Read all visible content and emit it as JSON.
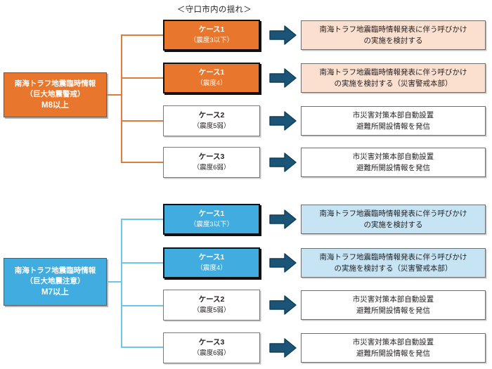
{
  "diagram": {
    "title_note": "＜守口市内の揺れ＞",
    "colors": {
      "orange": "#E8762C",
      "blue": "#41ACDF",
      "peach": "#FBDFCF",
      "light_blue": "#C6E4F4",
      "arrow": "#1A5578",
      "orange_line": "#E07B3C",
      "blue_line": "#6FC4EC"
    },
    "sections": [
      {
        "id": "keikai",
        "trigger": {
          "line1": "南海トラフ地震臨時情報",
          "line2": "（巨大地震警戒）",
          "line3": "M8以上"
        },
        "branches": [
          {
            "case_title": "ケース1",
            "case_sub": "（震度3以下）",
            "result_line1": "南海トラフ地震臨時情報発表に伴う呼びかけ",
            "result_line2": "の実施を検討する"
          },
          {
            "case_title": "ケース1",
            "case_sub": "（震度4）",
            "result_line1": "南海トラフ地震臨時情報発表に伴う呼びかけ",
            "result_line2": "の実施を検討する（災害警戒本部）"
          },
          {
            "case_title": "ケース2",
            "case_sub": "（震度5弱）",
            "result_line1": "市災害対策本部自動設置",
            "result_line2": "避難所開設情報を発信"
          },
          {
            "case_title": "ケース3",
            "case_sub": "（震度6弱）",
            "result_line1": "市災害対策本部自動設置",
            "result_line2": "避難所開設情報を発信"
          }
        ]
      },
      {
        "id": "chui",
        "trigger": {
          "line1": "南海トラフ地震臨時情報",
          "line2": "（巨大地震注意）",
          "line3": "M7以上"
        },
        "branches": [
          {
            "case_title": "ケース1",
            "case_sub": "（震度3以下）",
            "result_line1": "南海トラフ地震臨時情報発表に伴う呼びかけ",
            "result_line2": "の実施を検討する"
          },
          {
            "case_title": "ケース1",
            "case_sub": "（震度4）",
            "result_line1": "南海トラフ地震臨時情報発表に伴う呼びかけ",
            "result_line2": "の実施を検討する（災害警戒本部）"
          },
          {
            "case_title": "ケース2",
            "case_sub": "（震度5弱）",
            "result_line1": "市災害対策本部自動設置",
            "result_line2": "避難所開設情報を発信"
          },
          {
            "case_title": "ケース3",
            "case_sub": "（震度6弱）",
            "result_line1": "市災害対策本部自動設置",
            "result_line2": "避難所開設情報を発信"
          }
        ]
      }
    ]
  }
}
